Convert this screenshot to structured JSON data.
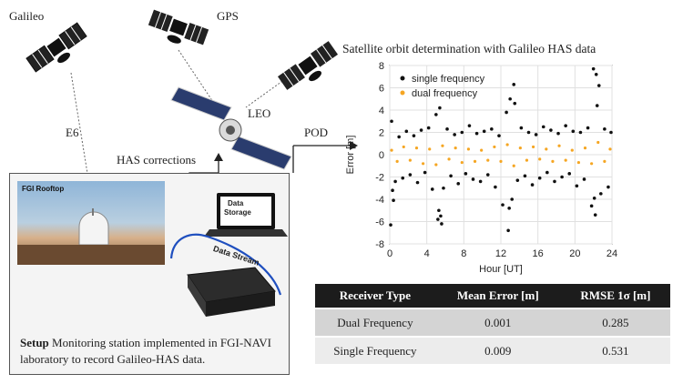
{
  "labels": {
    "galileo": "Galileo",
    "gps": "GPS",
    "leo": "LEO",
    "e6": "E6",
    "has_corrections": "HAS corrections",
    "pod": "POD",
    "data_storage_line1": "Data",
    "data_storage_line2": "Storage",
    "data_stream": "Data Stream",
    "fgi_rooftop": "FGI Rooftop"
  },
  "setup": {
    "bold": "Setup",
    "text": " Monitoring station implemented in FGI-NAVI laboratory to record Galileo-HAS data."
  },
  "chart_title": "Satellite orbit determination with Galileo HAS data",
  "chart_data": {
    "type": "scatter",
    "title": "Satellite orbit determination with Galileo HAS data",
    "xlabel": "Hour [UT]",
    "ylabel": "Error [m]",
    "xlim": [
      0,
      24
    ],
    "ylim": [
      -8,
      8
    ],
    "xticks": [
      0,
      4,
      8,
      12,
      16,
      20,
      24
    ],
    "yticks": [
      -8,
      -6,
      -4,
      -2,
      0,
      2,
      4,
      6,
      8
    ],
    "grid": true,
    "legend": "top-left",
    "series": [
      {
        "name": "single frequency",
        "color": "#111111",
        "x": [
          0.1,
          0.3,
          0.6,
          1.0,
          1.4,
          1.8,
          2.2,
          2.6,
          3.0,
          3.4,
          3.8,
          4.2,
          4.6,
          5.0,
          5.2,
          5.4,
          5.6,
          5.8,
          6.2,
          6.6,
          7.0,
          7.4,
          7.8,
          8.2,
          8.6,
          9.0,
          9.4,
          9.8,
          10.2,
          10.6,
          11.0,
          11.4,
          11.8,
          12.2,
          12.6,
          12.8,
          13.0,
          13.2,
          13.4,
          13.8,
          14.2,
          14.6,
          15.0,
          15.4,
          15.8,
          16.2,
          16.6,
          17.0,
          17.4,
          17.8,
          18.2,
          18.6,
          19.0,
          19.4,
          19.8,
          20.2,
          20.6,
          21.0,
          21.4,
          21.8,
          22.0,
          22.2,
          22.4,
          22.6,
          22.8,
          23.2,
          23.6,
          23.9,
          0.2,
          5.3,
          12.9,
          13.5,
          22.3,
          22.1,
          5.5,
          0.4
        ],
        "y": [
          -6.3,
          -3.2,
          -2.4,
          1.6,
          -2.1,
          2.1,
          -1.8,
          1.7,
          -2.5,
          2.2,
          -1.6,
          2.4,
          -3.1,
          3.6,
          -5.8,
          4.2,
          -6.2,
          -3.0,
          2.3,
          -1.9,
          1.8,
          -2.6,
          2.0,
          -1.7,
          2.6,
          -2.2,
          1.9,
          -2.4,
          2.1,
          -1.8,
          2.3,
          -2.9,
          1.7,
          -4.5,
          3.8,
          -6.8,
          5.0,
          -4.0,
          6.3,
          -2.3,
          2.4,
          -1.9,
          2.0,
          -2.7,
          1.8,
          -2.1,
          2.5,
          -1.6,
          2.2,
          -2.4,
          1.9,
          -2.0,
          2.6,
          -1.7,
          2.1,
          -2.8,
          2.0,
          -2.2,
          2.4,
          -4.6,
          7.7,
          -5.4,
          4.4,
          6.2,
          -3.5,
          2.3,
          -2.9,
          2.0,
          3.0,
          -5.0,
          -4.8,
          4.6,
          7.2,
          -3.9,
          -5.5,
          -4.1
        ]
      },
      {
        "name": "dual frequency",
        "color": "#f5a623",
        "x": [
          0.2,
          0.8,
          1.5,
          2.2,
          2.9,
          3.6,
          4.3,
          5.0,
          5.7,
          6.4,
          7.1,
          7.8,
          8.5,
          9.2,
          9.9,
          10.6,
          11.3,
          12.0,
          12.7,
          13.4,
          14.1,
          14.8,
          15.5,
          16.2,
          16.9,
          17.6,
          18.3,
          19.0,
          19.7,
          20.4,
          21.1,
          21.8,
          22.5,
          23.2,
          23.8
        ],
        "y": [
          0.4,
          -0.6,
          0.7,
          -0.5,
          0.6,
          -0.8,
          0.5,
          -0.9,
          0.8,
          -0.4,
          0.6,
          -0.7,
          0.5,
          -0.6,
          0.4,
          -0.5,
          0.7,
          -0.6,
          0.9,
          -1.0,
          0.6,
          -0.5,
          0.7,
          -0.4,
          0.5,
          -0.6,
          0.8,
          -0.5,
          0.4,
          -0.7,
          0.6,
          -0.8,
          1.1,
          -0.6,
          0.5
        ]
      }
    ]
  },
  "table": {
    "headers": [
      "Receiver Type",
      "Mean Error [m]",
      "RMSE 1σ [m]"
    ],
    "rows": [
      [
        "Dual Frequency",
        "0.001",
        "0.285"
      ],
      [
        "Single Frequency",
        "0.009",
        "0.531"
      ]
    ]
  }
}
